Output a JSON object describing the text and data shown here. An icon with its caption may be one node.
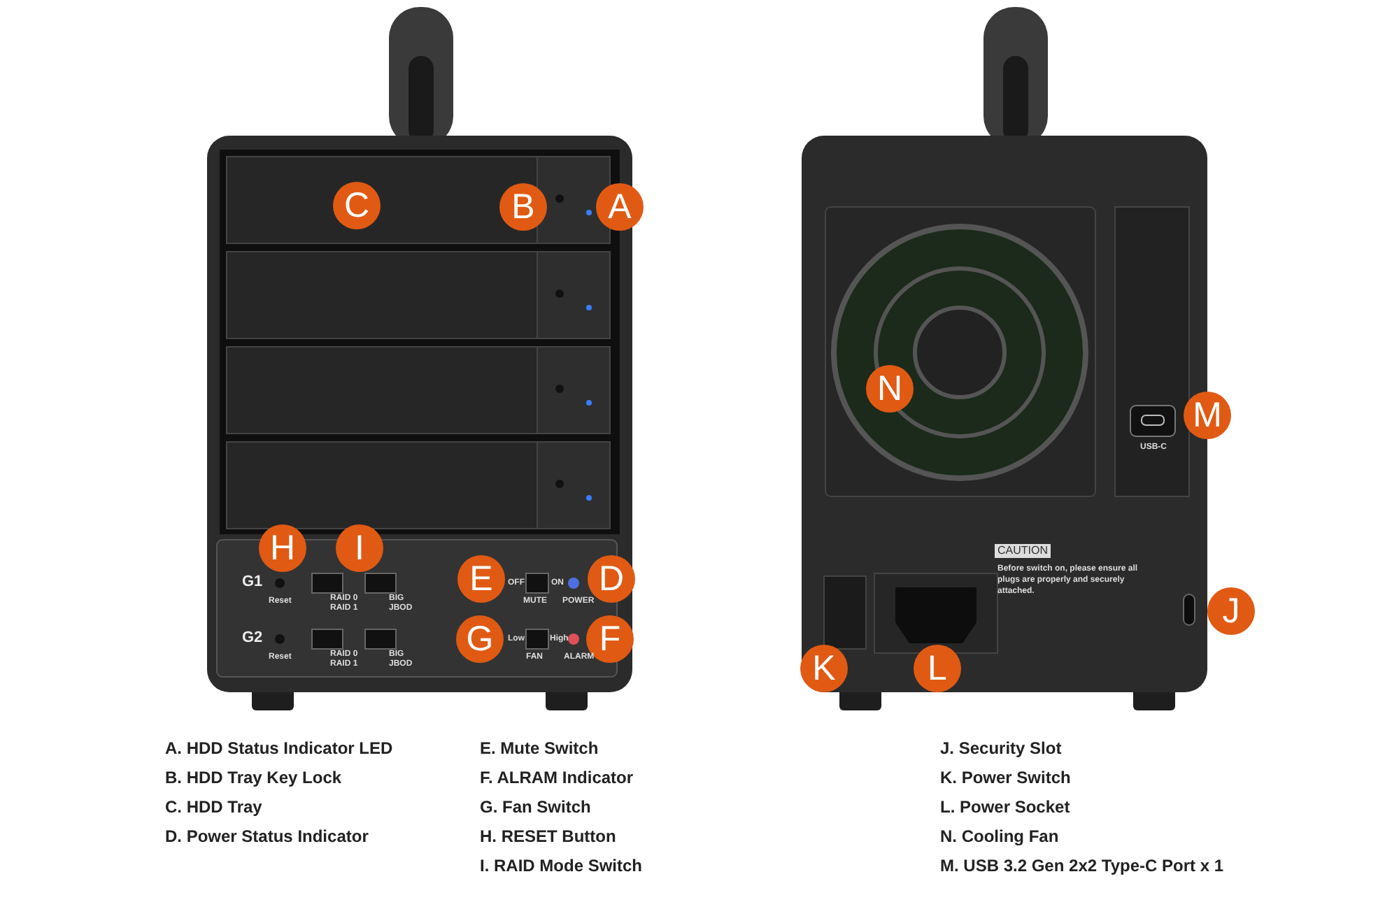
{
  "diagram": {
    "labels": [
      "C",
      "B",
      "A",
      "H",
      "I",
      "G1",
      "Reset",
      "RAID 0",
      "RAID 1",
      "BIG",
      "JBOD",
      "E",
      "OFF",
      "ON",
      "D",
      "MUTE",
      "POWER",
      "G2",
      "Reset",
      "RAID 0",
      "RAID 1",
      "BIG",
      "JBOD",
      "G",
      "Low",
      "High",
      "F",
      "FAN",
      "ALARM",
      "N",
      "M",
      "USB-C",
      "CAUTION",
      "Before switch on, please ensure all plugs are properly and securely attached.",
      "J",
      "K",
      "L",
      "A. HDD Status Indicator LED",
      "B. HDD Tray Key Lock",
      "C. HDD Tray",
      "D. Power Status Indicator",
      "E. Mute Switch",
      "F. ALRAM Indicator",
      "G. Fan Switch",
      "H. RESET Button",
      "I. RAID Mode Switch",
      "J. Security Slot",
      "K. Power Switch",
      "L. Power Socket",
      "N. Cooling Fan",
      "M. USB 3.2 Gen 2x2 Type-C Port x 1"
    ]
  }
}
